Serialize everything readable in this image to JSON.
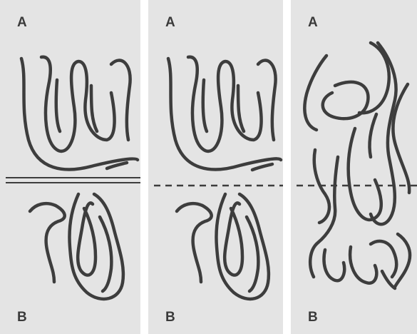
{
  "panels": [
    {
      "top_label": "A",
      "bottom_label": "B",
      "interface": "double-line"
    },
    {
      "top_label": "A",
      "bottom_label": "B",
      "interface": "dashed-line"
    },
    {
      "top_label": "A",
      "bottom_label": "B",
      "interface": "dashed-line"
    }
  ],
  "colors": {
    "background": "#e4e4e4",
    "stroke": "#3d3d3d",
    "gutter": "#ffffff"
  }
}
